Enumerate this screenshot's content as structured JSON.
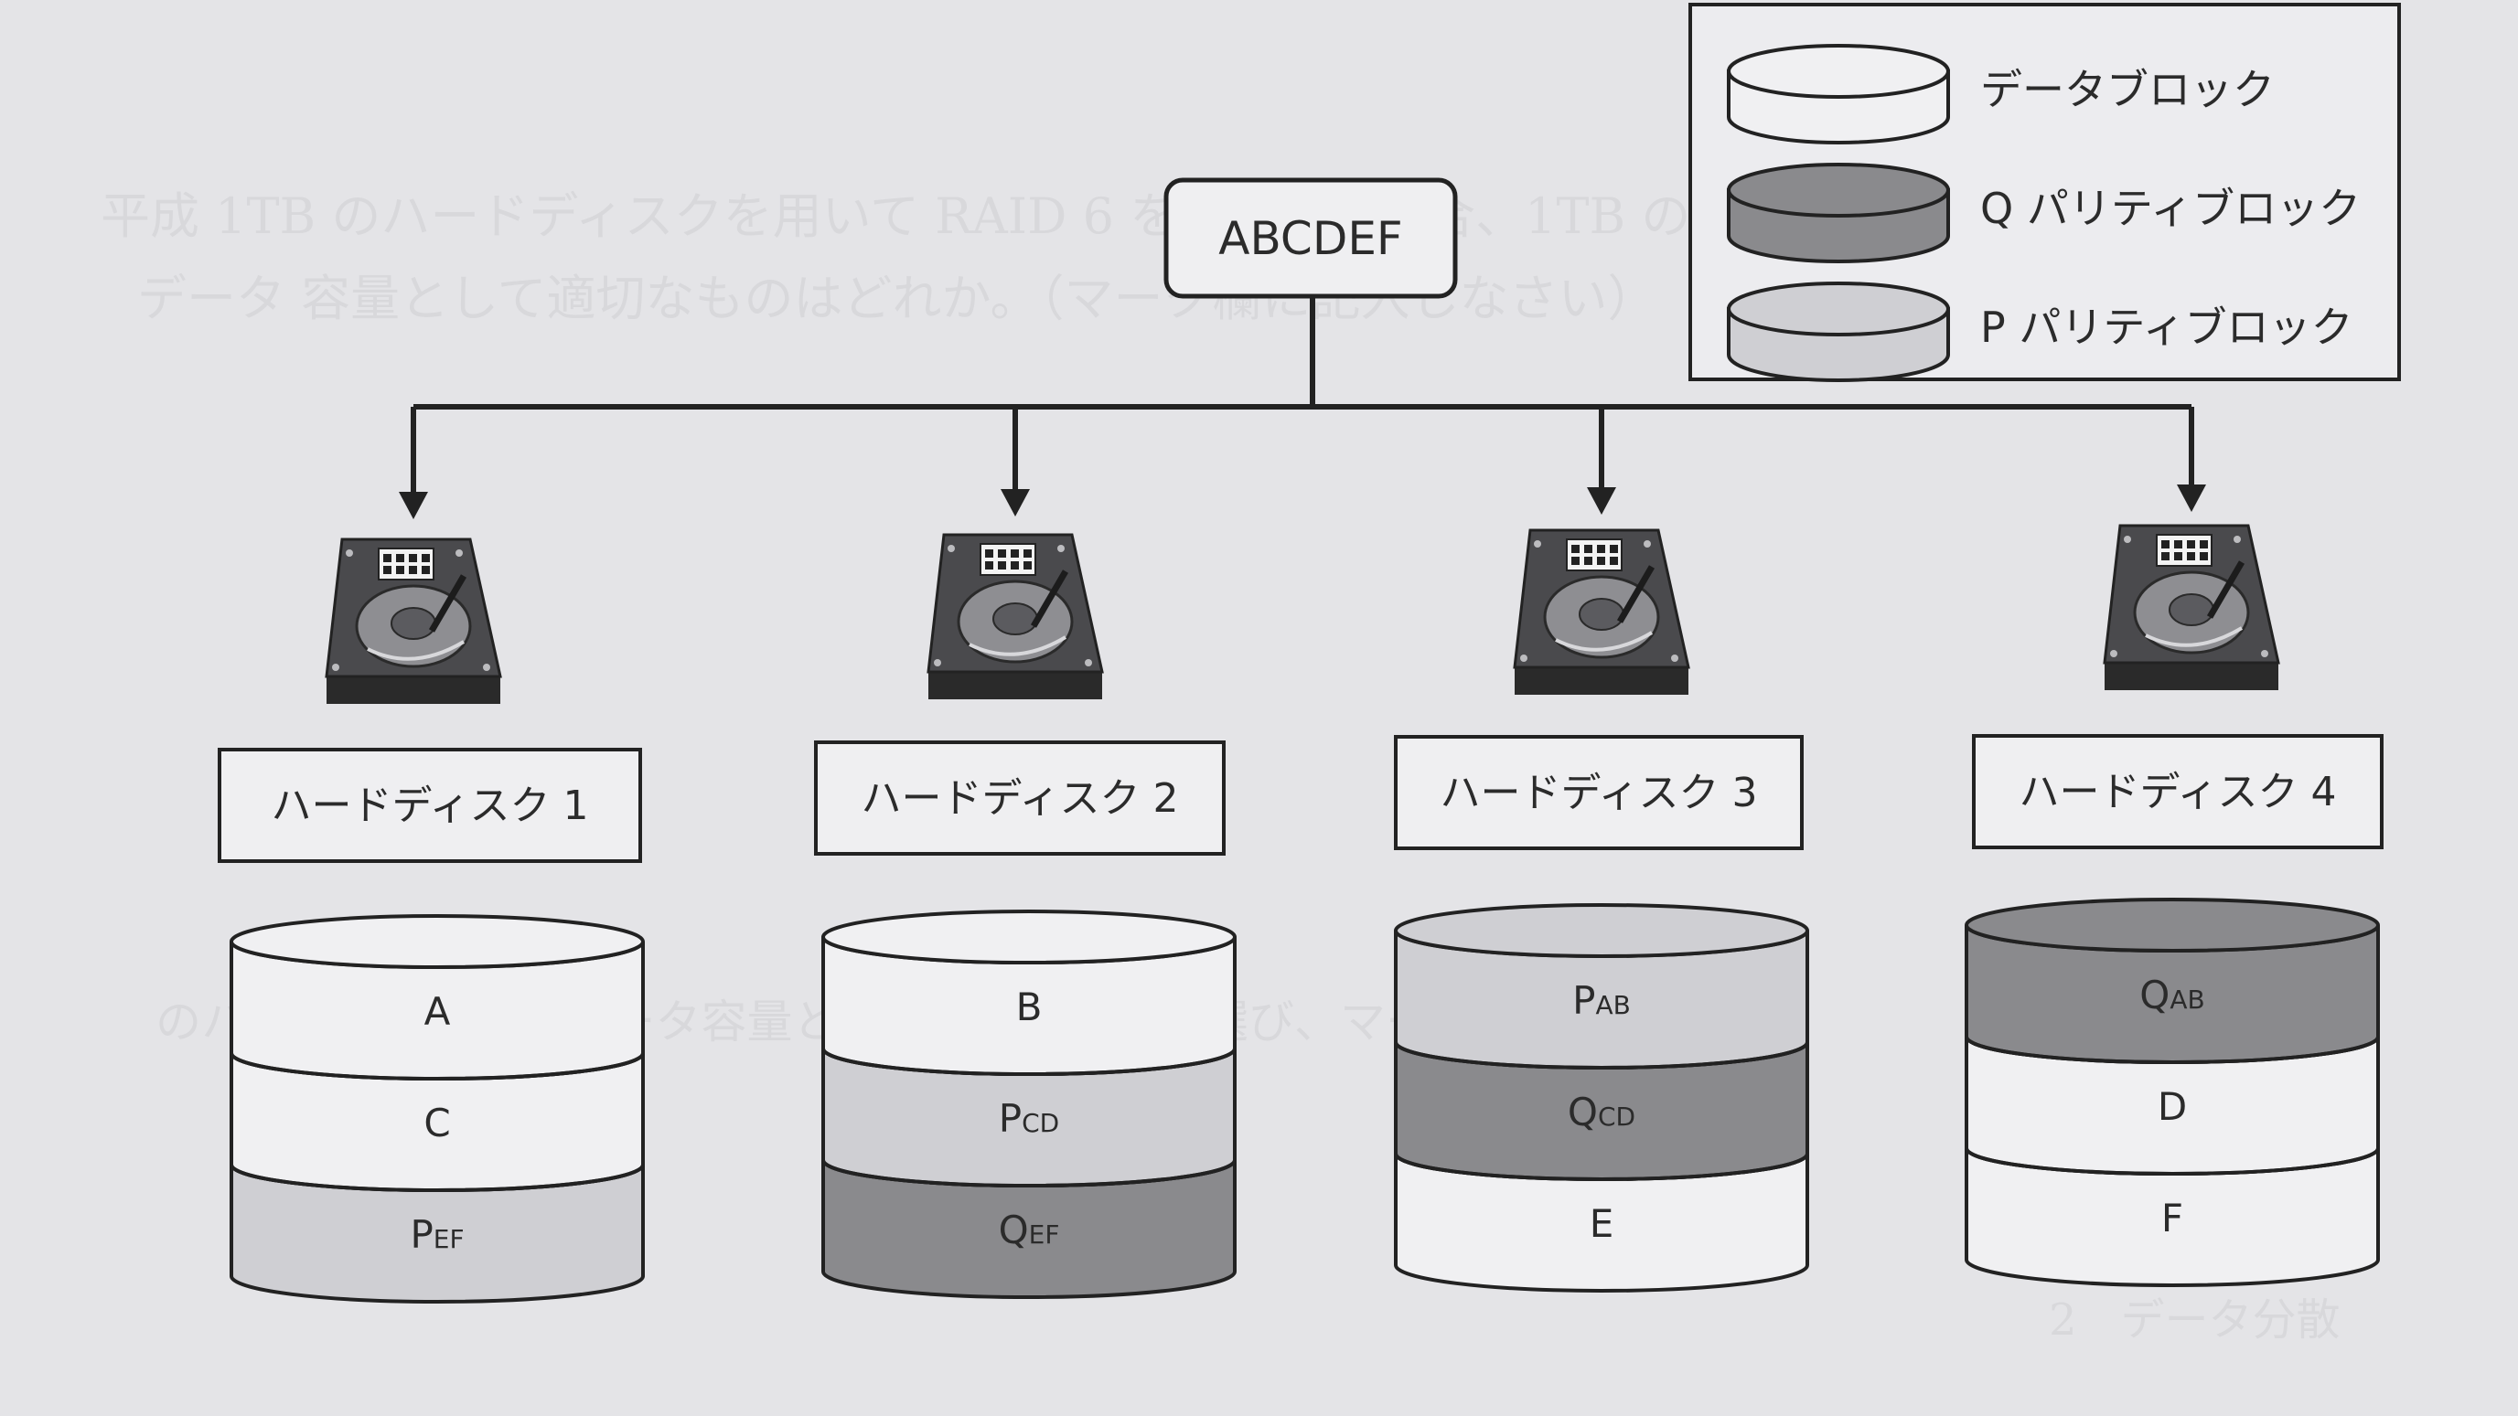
{
  "root": {
    "label": "ABCDEF"
  },
  "legend": {
    "items": [
      {
        "label": "データブロック",
        "type": "data"
      },
      {
        "label": "Q パリティブロック",
        "type": "q"
      },
      {
        "label": "P パリティブロック",
        "type": "p"
      }
    ]
  },
  "colors": {
    "background": "#e4e4e7",
    "data_block": "#f0f0f2",
    "p_parity": "#cfcfd3",
    "q_parity": "#8a8a8d",
    "line": "#222222"
  },
  "disks": [
    {
      "label": "ハードディスク 1",
      "blocks": [
        {
          "main": "A",
          "sub": "",
          "type": "data"
        },
        {
          "main": "C",
          "sub": "",
          "type": "data"
        },
        {
          "main": "P",
          "sub": "EF",
          "type": "p"
        }
      ]
    },
    {
      "label": "ハードディスク 2",
      "blocks": [
        {
          "main": "B",
          "sub": "",
          "type": "data"
        },
        {
          "main": "P",
          "sub": "CD",
          "type": "p"
        },
        {
          "main": "Q",
          "sub": "EF",
          "type": "q"
        }
      ]
    },
    {
      "label": "ハードディスク 3",
      "blocks": [
        {
          "main": "P",
          "sub": "AB",
          "type": "p"
        },
        {
          "main": "Q",
          "sub": "CD",
          "type": "q"
        },
        {
          "main": "E",
          "sub": "",
          "type": "data"
        }
      ]
    },
    {
      "label": "ハードディスク 4",
      "blocks": [
        {
          "main": "Q",
          "sub": "AB",
          "type": "q"
        },
        {
          "main": "D",
          "sub": "",
          "type": "data"
        },
        {
          "main": "F",
          "sub": "",
          "type": "data"
        }
      ]
    }
  ]
}
